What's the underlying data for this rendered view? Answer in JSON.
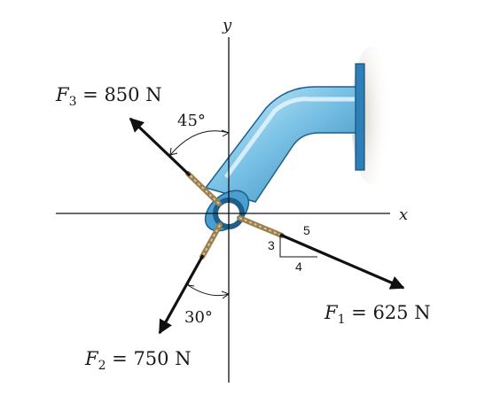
{
  "axes": {
    "x": "x",
    "y": "y"
  },
  "forces": {
    "f1": {
      "symbol": "F",
      "sub": "1",
      "eq": " = 625 N"
    },
    "f2": {
      "symbol": "F",
      "sub": "2",
      "eq": " = 750 N"
    },
    "f3": {
      "symbol": "F",
      "sub": "3",
      "eq": " = 850 N"
    }
  },
  "angles": {
    "f3": "45°",
    "f2": "30°"
  },
  "slope": {
    "rise": "3",
    "run": "4",
    "hyp": "5"
  },
  "colors": {
    "pipe_dark": "#3b8fc2",
    "pipe_light": "#bfe6f7",
    "flange": "#2c7fb8",
    "wall_shadow": "#d9d4cc",
    "rope": "#b59a6a",
    "ink": "#111111"
  }
}
